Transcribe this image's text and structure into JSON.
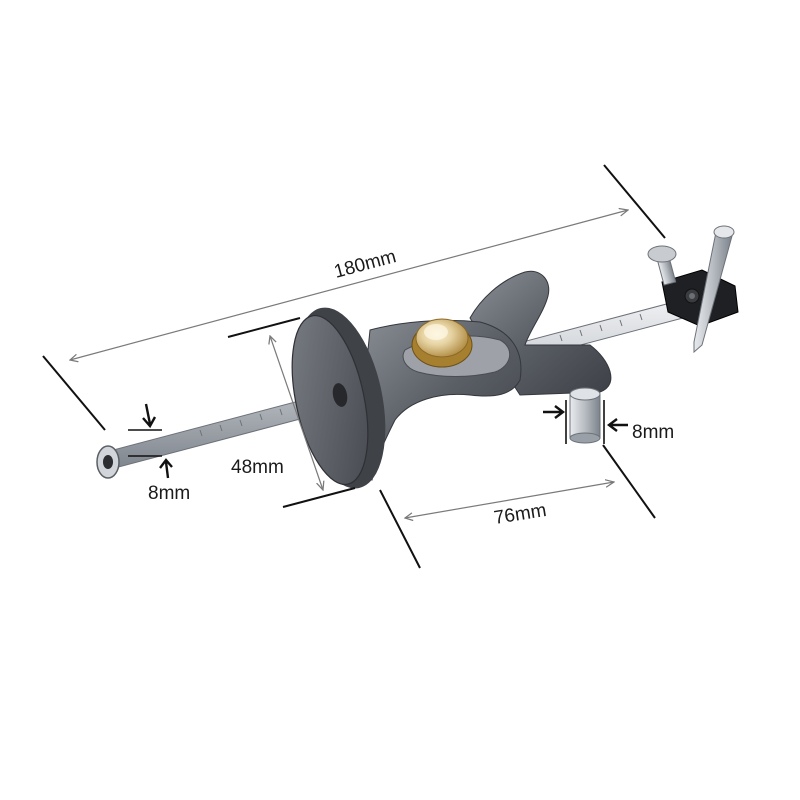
{
  "dimensions": {
    "overall_length": "180mm",
    "fence_diameter": "48mm",
    "base_width": "76mm",
    "rod_diameter": "8mm",
    "cutter_rod_diameter": "8mm"
  },
  "colors": {
    "background": "#ffffff",
    "dimension_line": "#7a7a7a",
    "extension_line": "#111111",
    "fence_metal": "#5c5f66",
    "rod_metal": "#c9cdd2",
    "brass_knob": "#c9a24a",
    "cutter_block": "#1c1c1e"
  },
  "icons": [
    "arrow-icon"
  ]
}
